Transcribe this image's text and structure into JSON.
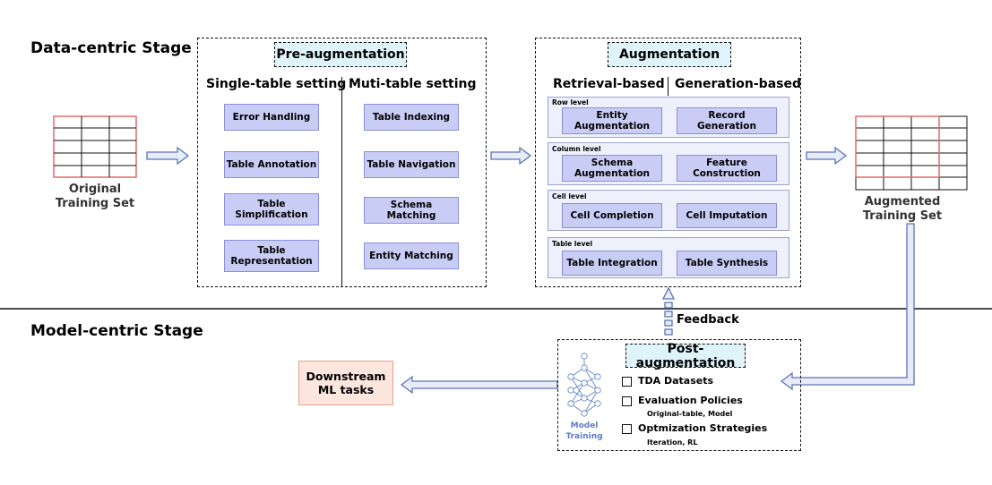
{
  "stages": {
    "data_centric": "Data-centric Stage",
    "model_centric": "Model-centric Stage"
  },
  "original_set": {
    "label_line1": "Original",
    "label_line2": "Training Set"
  },
  "augmented_set": {
    "label_line1": "Augmented",
    "label_line2": "Training Set"
  },
  "pre_augmentation": {
    "title": "Pre-augmentation",
    "single_header": "Single-table setting",
    "multi_header": "Muti-table setting",
    "single_items": [
      "Error Handling",
      "Table Annotation",
      "Table\nSimplification",
      "Table\nRepresentation"
    ],
    "multi_items": [
      "Table Indexing",
      "Table Navigation",
      "Schema Matching",
      "Entity Matching"
    ]
  },
  "augmentation": {
    "title": "Augmentation",
    "retrieval_header": "Retrieval-based",
    "generation_header": "Generation-based",
    "levels": [
      {
        "level": "Row level",
        "retrieval": "Entity\nAugmentation",
        "generation": "Record\nGeneration"
      },
      {
        "level": "Column level",
        "retrieval": "Schema\nAugmentation",
        "generation": "Feature\nConstruction"
      },
      {
        "level": "Cell level",
        "retrieval": "Cell Completion",
        "generation": "Cell Imputation"
      },
      {
        "level": "Table level",
        "retrieval": "Table Integration",
        "generation": "Table Synthesis"
      }
    ]
  },
  "feedback": "Feedback",
  "post_augmentation": {
    "title": "Post-augmentation",
    "model_label_line1": "Model",
    "model_label_line2": "Training",
    "items": [
      {
        "text": "TDA Datasets",
        "sub": ""
      },
      {
        "text": "Evaluation Policies",
        "sub": "Original-table, Model"
      },
      {
        "text": "Optmization Strategies",
        "sub": "Iteration, RL"
      }
    ]
  },
  "downstream": {
    "line1": "Downstream",
    "line2": "ML tasks"
  },
  "colors": {
    "arrow_fill": "#e7ecf8",
    "arrow_stroke": "#5a74b6",
    "box_fill": "#c9cdf6",
    "header_fill": "#dff3fa",
    "table_border": "#e36a6a",
    "downstream_fill": "#fde6de",
    "model_icon": "#5a7ec4"
  }
}
